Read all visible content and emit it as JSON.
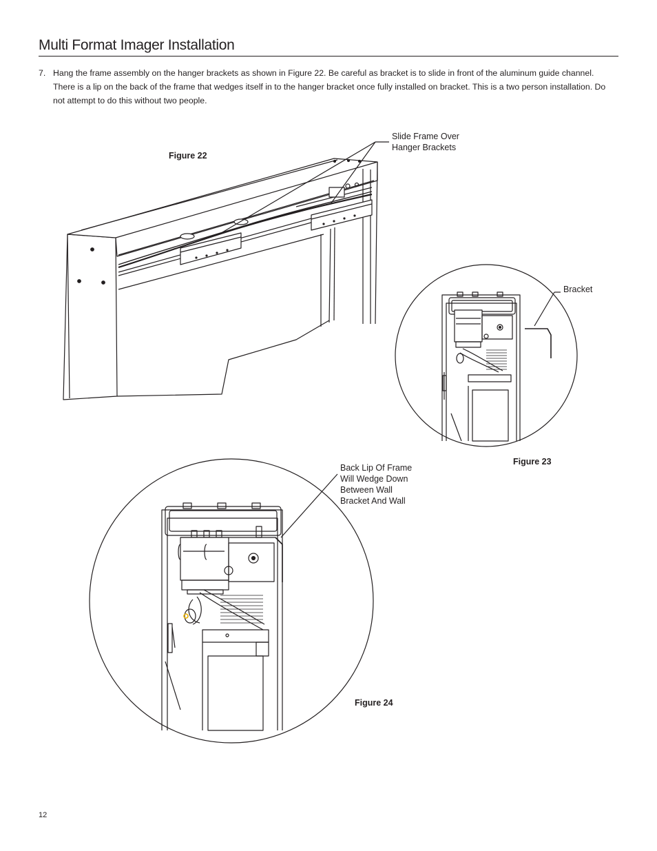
{
  "page": {
    "title": "Multi Format Imager Installation",
    "page_number": "12"
  },
  "step": {
    "number": "7.",
    "text": "Hang the frame assembly on the hanger brackets as shown in Figure 22. Be careful as bracket is to slide in front of the aluminum guide channel. There is a lip on the back of the frame that wedges itself in to the hanger bracket once fully installed on bracket. This is a two person installation. Do not attempt to do this without two people."
  },
  "figures": {
    "fig22": {
      "caption": "Figure 22",
      "callout": "Slide Frame Over\nHanger Brackets"
    },
    "fig23": {
      "caption": "Figure 23",
      "callout": "Bracket"
    },
    "fig24": {
      "caption": "Figure 24",
      "callout": "Back Lip Of Frame\nWill Wedge Down\nBetween Wall\nBracket And Wall"
    }
  },
  "colors": {
    "ink": "#231f20",
    "accent_highlight": "#e8b000"
  }
}
